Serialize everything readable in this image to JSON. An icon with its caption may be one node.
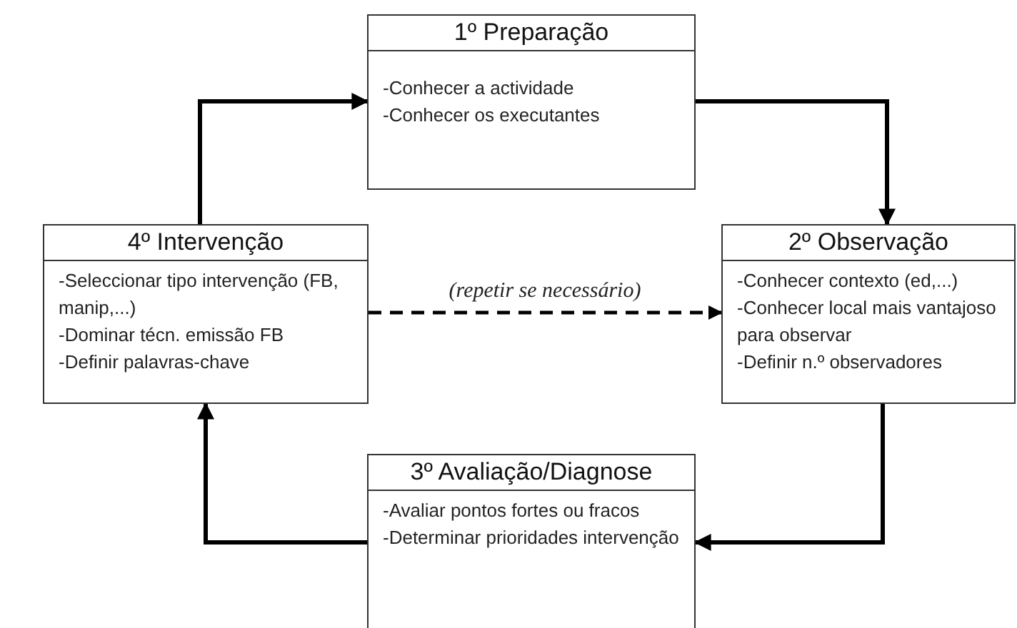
{
  "diagram": {
    "nodes": [
      {
        "text": [
          "1º Preparação",
          "-Conhecer a actividade",
          "-Conhecer os executantes"
        ]
      },
      {
        "text": [
          "2º Observação",
          "-Conhecer contexto (ed,...)",
          "-Conhecer local mais vantajoso para observar",
          "-Definir n.º observadores"
        ]
      },
      {
        "text": [
          "3º Avaliação/Diagnose",
          "-Avaliar pontos fortes ou fracos",
          "-Determinar prioridades intervenção"
        ]
      },
      {
        "text": [
          "4º Intervenção",
          "-Seleccionar tipo intervenção (FB, manip,...)",
          "-Dominar técn. emissão FB",
          "-Definir palavras-chave"
        ]
      }
    ],
    "edges": [
      {
        "from": 3,
        "to": 0,
        "arrow": "to"
      },
      {
        "from": 0,
        "to": 1,
        "arrow": "to"
      },
      {
        "from": 1,
        "to": 2,
        "arrow": "to"
      },
      {
        "from": 2,
        "to": 3,
        "arrow": "to"
      },
      {
        "from": 3,
        "to": 1,
        "arrow": "to",
        "style": "dashed",
        "label": "(repetir se necessário)"
      }
    ]
  }
}
